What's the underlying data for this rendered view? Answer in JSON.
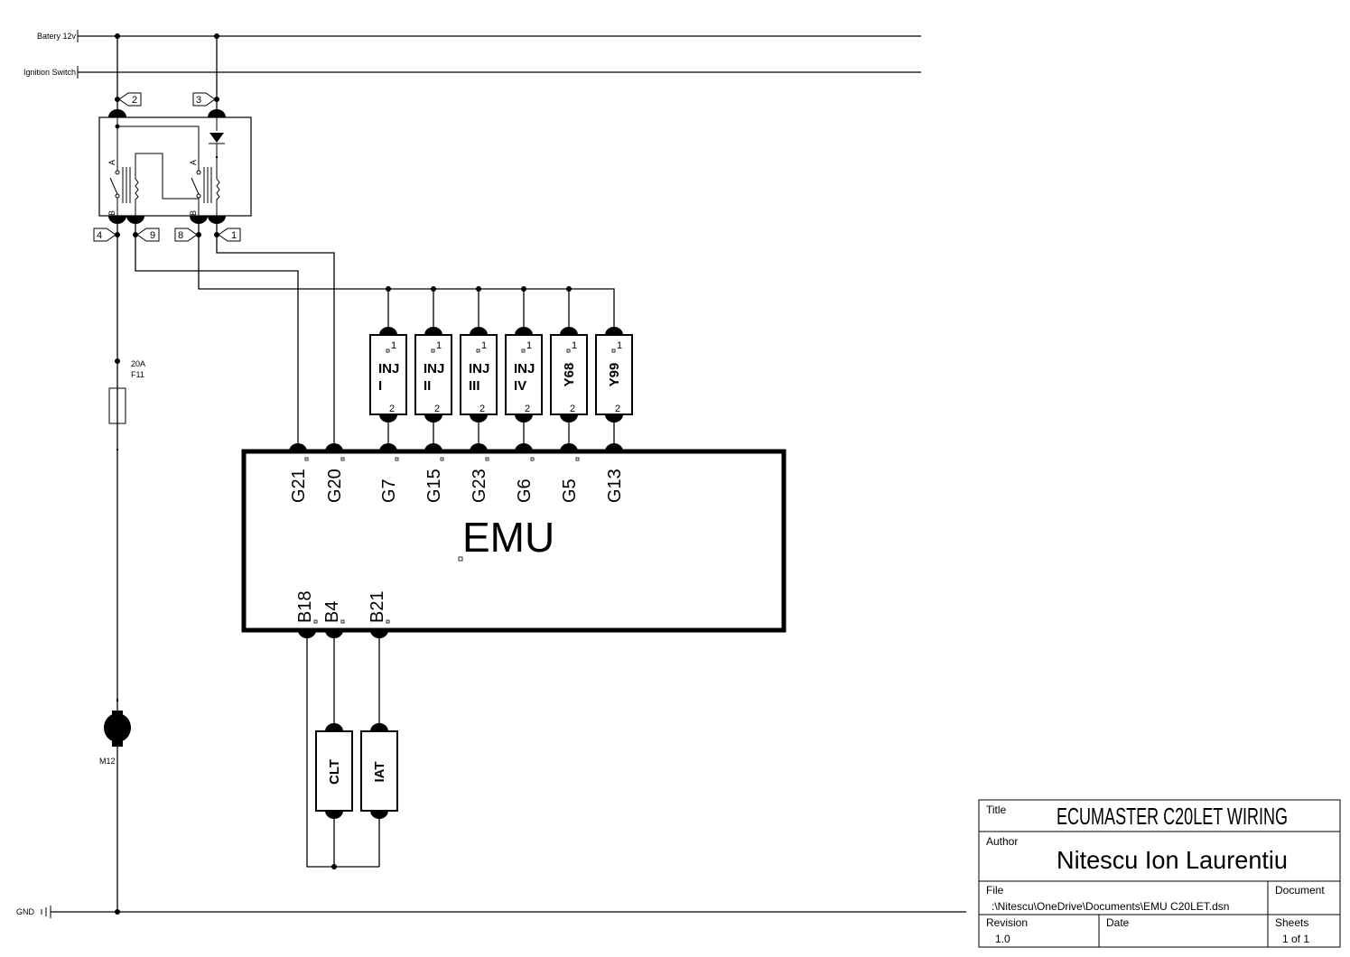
{
  "rails": {
    "battery": "Batery 12v",
    "ignition": "Ignition Switch",
    "ground": "GND"
  },
  "relay": {
    "connectors": [
      "2",
      "3",
      "4",
      "9",
      "8",
      "1"
    ],
    "contact_labels": [
      "A",
      "B",
      "A",
      "B"
    ]
  },
  "fuse": {
    "rating": "20A",
    "ref": "F11"
  },
  "motor": {
    "ref": "M12"
  },
  "emu": {
    "label": "EMU",
    "top_pins": [
      "G21",
      "G20",
      "G7",
      "G15",
      "G23",
      "G6",
      "G5",
      "G13"
    ],
    "bottom_pins": [
      "B18",
      "B4",
      "B21"
    ]
  },
  "injectors": [
    {
      "line1": "INJ",
      "line2": "I",
      "pin1": "1",
      "pin2": "2"
    },
    {
      "line1": "INJ",
      "line2": "II",
      "pin1": "1",
      "pin2": "2"
    },
    {
      "line1": "INJ",
      "line2": "III",
      "pin1": "1",
      "pin2": "2"
    },
    {
      "line1": "INJ",
      "line2": "IV",
      "pin1": "1",
      "pin2": "2"
    },
    {
      "line1": "Y68",
      "line2": "",
      "pin1": "1",
      "pin2": "2",
      "rotated": true
    },
    {
      "line1": "Y99",
      "line2": "",
      "pin1": "1",
      "pin2": "2",
      "rotated": true
    }
  ],
  "sensors": [
    "CLT",
    "IAT"
  ],
  "title_block": {
    "title_label": "Title",
    "title": "ECUMASTER C20LET WIRING",
    "author_label": "Author",
    "author": "Nitescu Ion Laurentiu",
    "file_label": "File",
    "file": ":\\Nitescu\\OneDrive\\Documents\\EMU C20LET.dsn",
    "document_label": "Document",
    "revision_label": "Revision",
    "revision": "1.0",
    "date_label": "Date",
    "date": "",
    "sheets_label": "Sheets",
    "sheets": "1 of 1"
  }
}
